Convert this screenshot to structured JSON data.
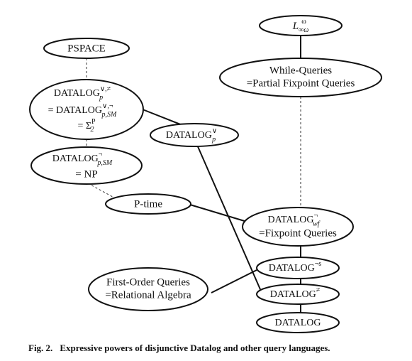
{
  "figure": {
    "label": "Fig. 2.",
    "caption": "Expressive powers of disjunctive Datalog and other query languages."
  },
  "nodes": {
    "l_inf_omega": {
      "base": "L",
      "sup": "ω",
      "sub": "∞ω"
    },
    "while_queries": {
      "line1": "While-Queries",
      "line2": "=Partial Fixpoint Queries"
    },
    "pspace": {
      "label": "PSPACE"
    },
    "datalog_p_neq": {
      "line1_base": "DATALOG",
      "line1_sup": "∨,≠",
      "line1_sub": "p",
      "line2_prefix": "= DATALOG",
      "line2_sup": "∨,¬",
      "line2_sub": "p,SM",
      "line3_prefix": "= Σ",
      "line3_sup": "P",
      "line3_sub": "2"
    },
    "datalog_p_or": {
      "base": "DATALOG",
      "sup": "∨",
      "sub": "p"
    },
    "datalog_p_sm": {
      "line1_base": "DATALOG",
      "line1_sup": "¬",
      "line1_sub": "p,SM",
      "line2": "= NP"
    },
    "ptime": {
      "label": "P-time"
    },
    "datalog_wf": {
      "line1_base": "DATALOG",
      "line1_sup": "¬",
      "line1_sub": "wf",
      "line2": "=Fixpoint Queries"
    },
    "datalog_not_s": {
      "base": "DATALOG",
      "sup": "¬s"
    },
    "first_order": {
      "line1": "First-Order Queries",
      "line2": "=Relational Algebra"
    },
    "datalog_neq": {
      "base": "DATALOG",
      "sup": "≠"
    },
    "datalog": {
      "label": "DATALOG"
    }
  }
}
